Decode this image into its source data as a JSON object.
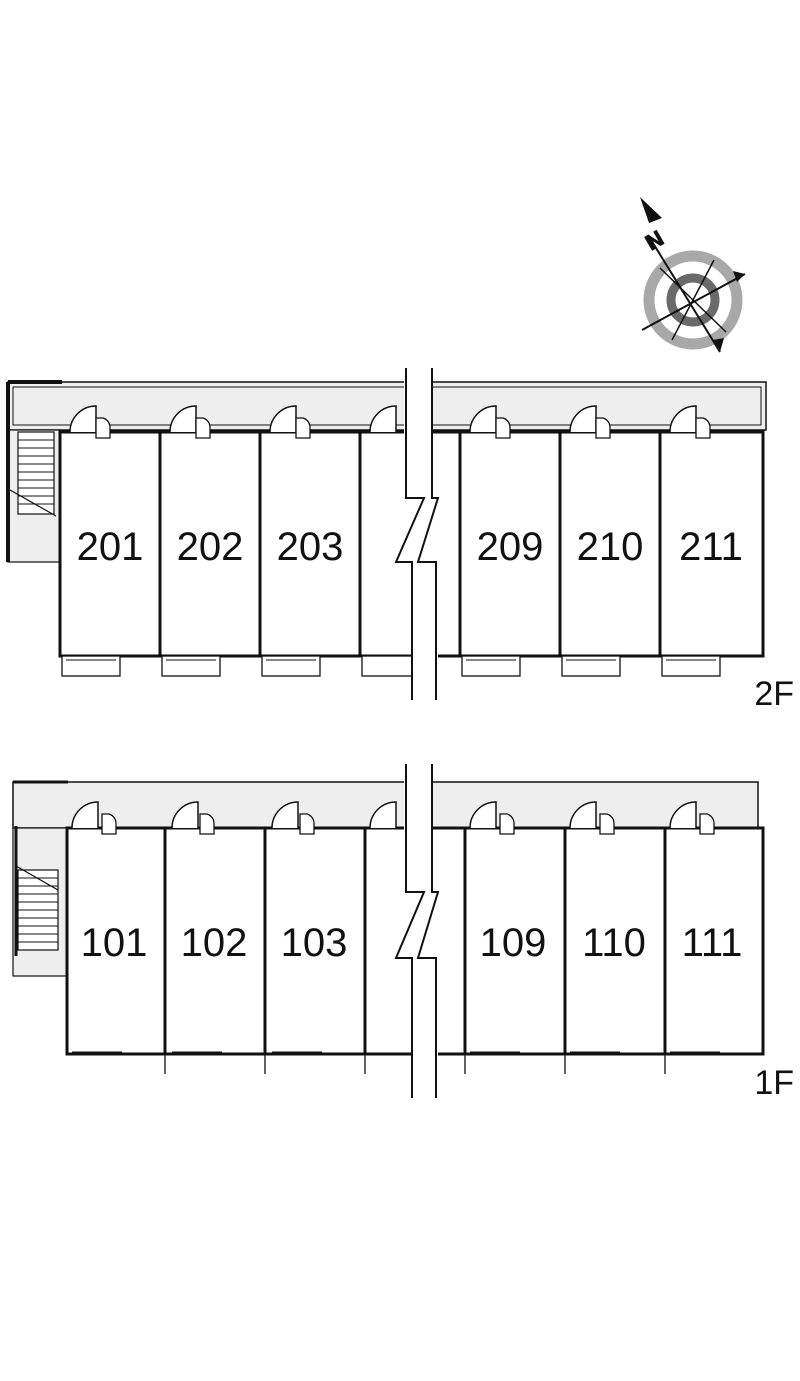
{
  "compass": {
    "letter": "N",
    "icon": "north-arrow-compass-icon"
  },
  "floors": [
    {
      "label": "2F",
      "units": [
        "201",
        "202",
        "203",
        "",
        "209",
        "210",
        "211"
      ]
    },
    {
      "label": "1F",
      "units": [
        "101",
        "102",
        "103",
        "",
        "109",
        "110",
        "111"
      ]
    }
  ],
  "colors": {
    "corridor": "#eeeeee",
    "wall": "#111111",
    "compass_ring": "#a8a8a8",
    "compass_inner": "#6a6a6a"
  }
}
